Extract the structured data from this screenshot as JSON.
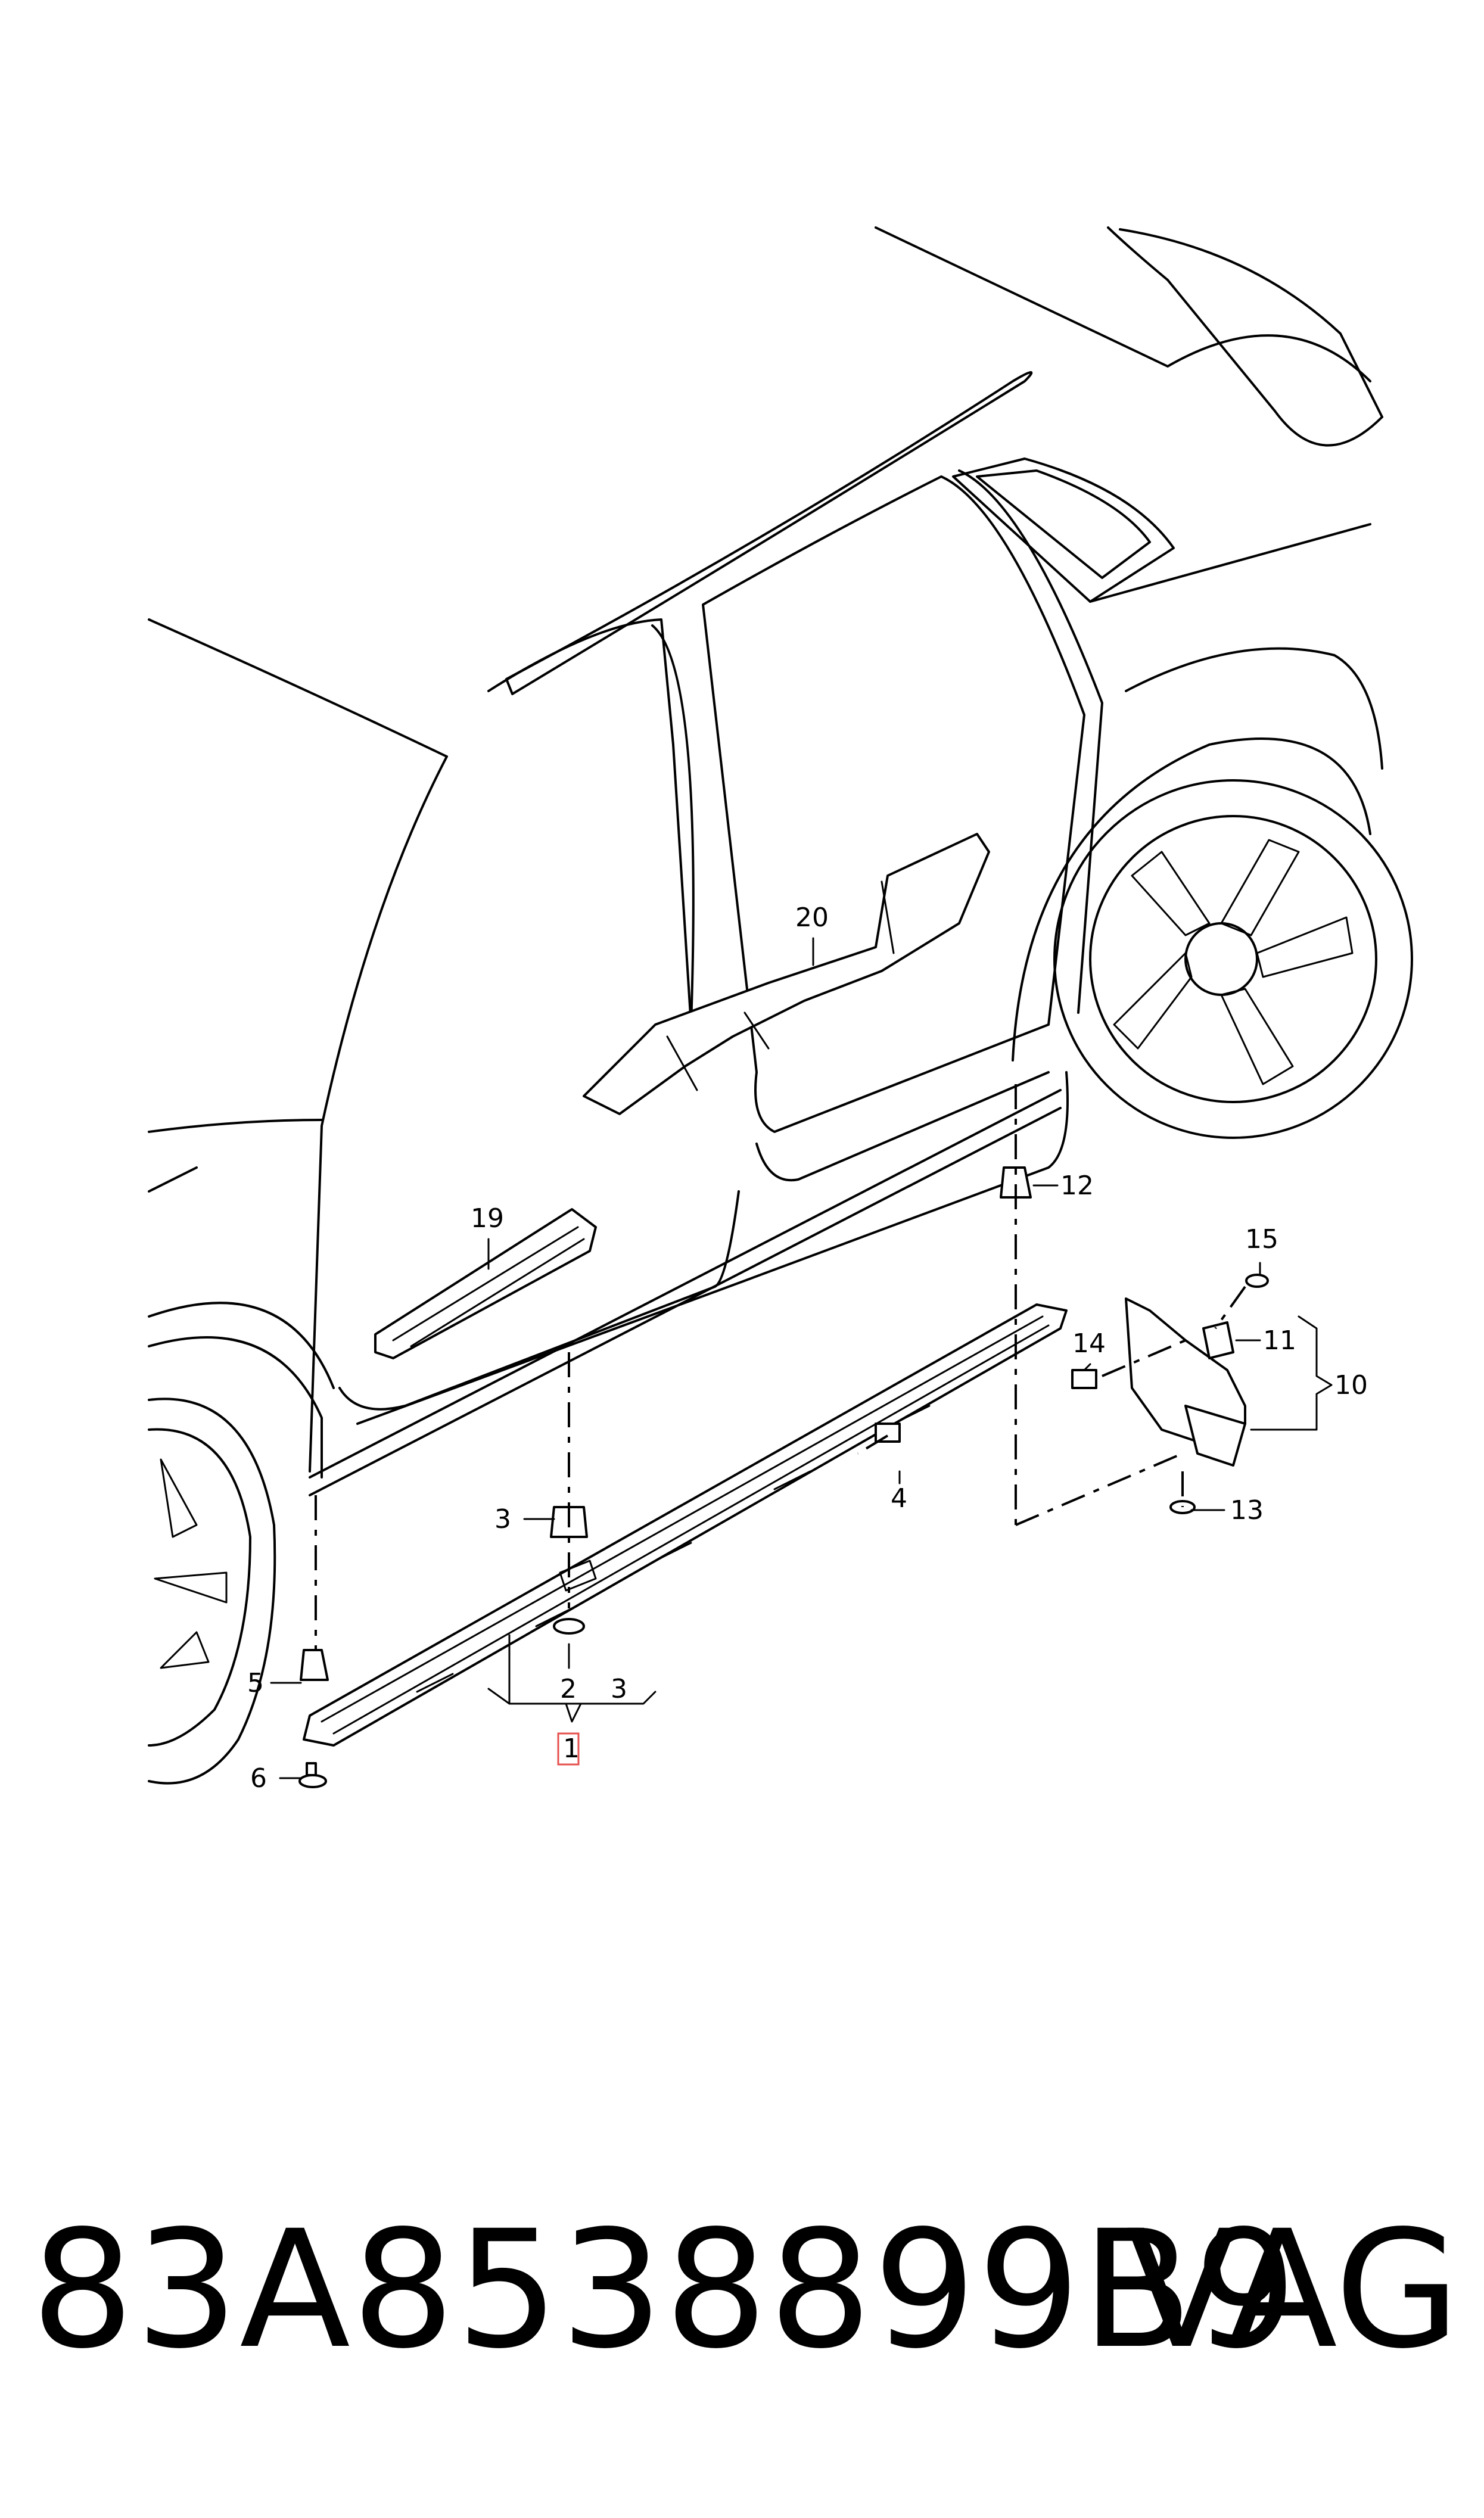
{
  "callouts": {
    "c1": "1",
    "c2": "2",
    "c3a": "3",
    "c3b": "3",
    "c4": "4",
    "c5": "5",
    "c6": "6",
    "c10": "10",
    "c11": "11",
    "c12": "12",
    "c13": "13",
    "c14": "14",
    "c15": "15",
    "c19": "19",
    "c20": "20"
  },
  "footer": {
    "part_number": "83A8538899B9",
    "brand": "VAG"
  },
  "colors": {
    "line": "#000000",
    "highlight_box": "#e5514f",
    "background": "#ffffff"
  }
}
